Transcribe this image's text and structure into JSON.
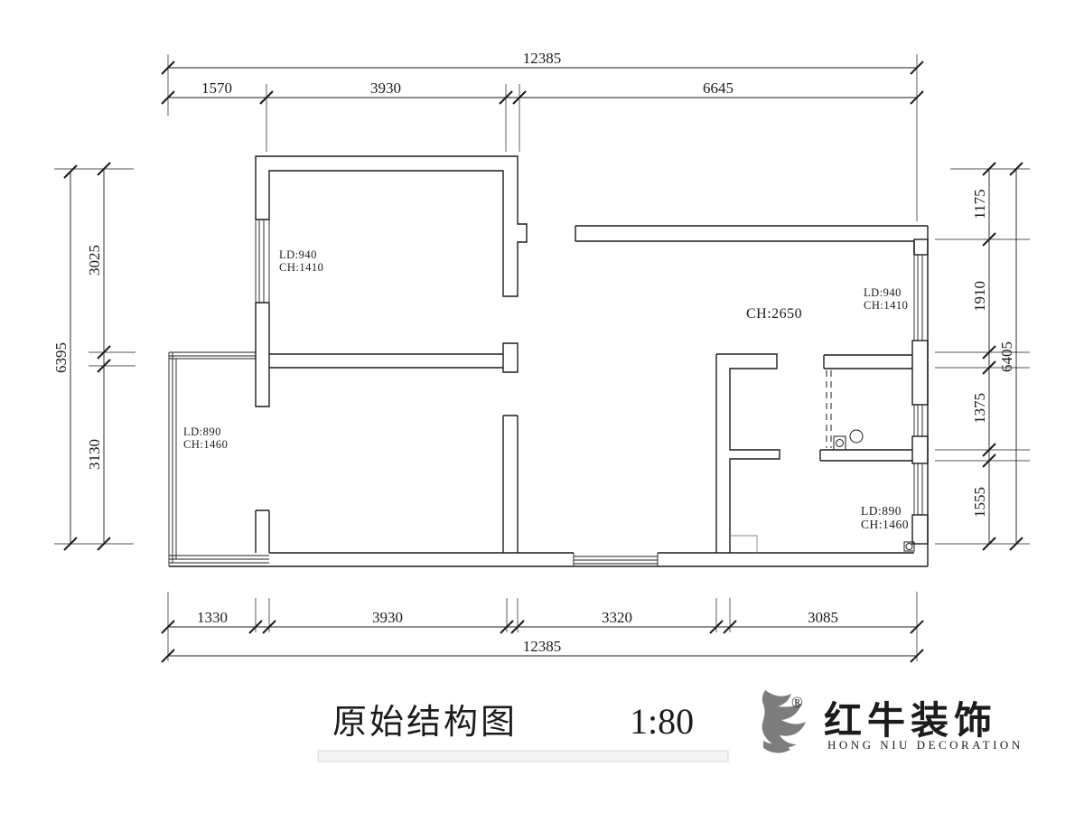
{
  "title_block": {
    "title": "原始结构图",
    "scale": "1:80"
  },
  "logo": {
    "registered": "®",
    "brand": "红牛装饰",
    "subtitle": "HONG NIU DECORATION",
    "color": "#7d7d7d"
  },
  "dimensions": {
    "top_overall": "12385",
    "top_segments": [
      "1570",
      "3930",
      "6645"
    ],
    "bottom_segments": [
      "1330",
      "3930",
      "3320",
      "3085"
    ],
    "bottom_overall": "12385",
    "left_segments": [
      "3025",
      "3130"
    ],
    "left_overall": "6395",
    "right_segments": [
      "1175",
      "1910",
      "1375",
      "1555"
    ],
    "right_overall": "6405"
  },
  "labels": {
    "bedroom_left_ld": "LD:940",
    "bedroom_left_ch": "CH:1410",
    "hall_ch": "CH:2650",
    "bedroom_right_ld": "LD:940",
    "bedroom_right_ch": "CH:1410",
    "balcony_room_ld": "LD:890",
    "balcony_room_ch": "CH:1460",
    "bedroom_se_ld": "LD:890",
    "bedroom_se_ch": "CH:1460"
  },
  "colors": {
    "line": "#1c1c1c",
    "logo_gray": "#7d7d7d"
  }
}
